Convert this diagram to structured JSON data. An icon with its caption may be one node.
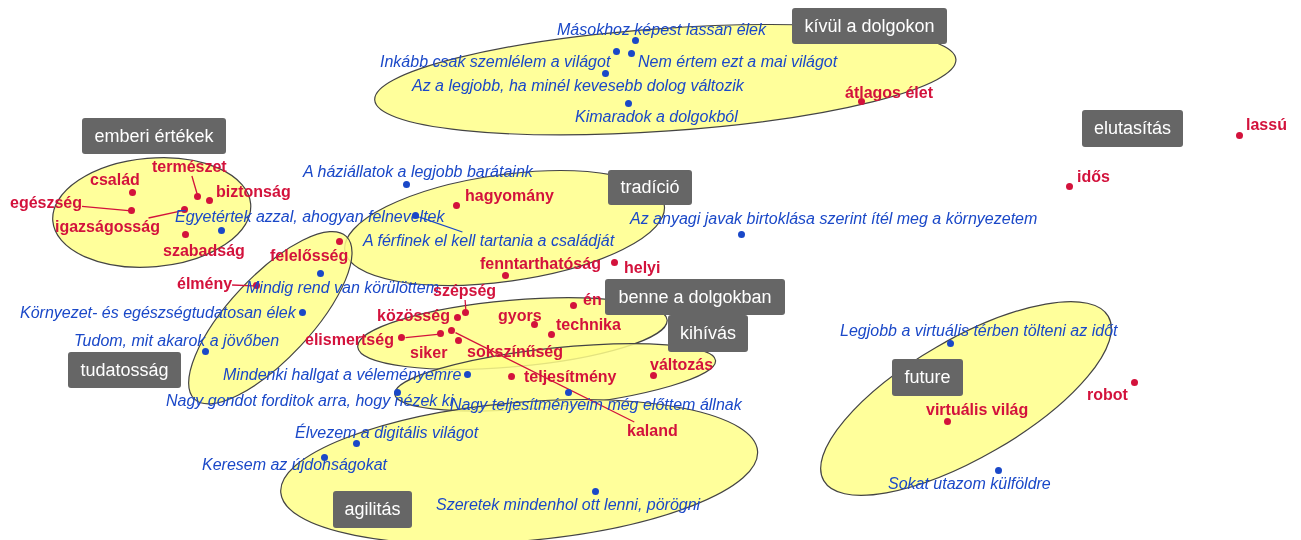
{
  "diagram": {
    "nodes": [
      {
        "text": [
          "kívül a dolgokon"
        ]
      },
      {
        "text": [],
        "shape": "ellipse"
      },
      {
        "text": [],
        "shape": "circle",
        "in": 1,
        "beside": [
          "Másokhoz képest lassan élek"
        ]
      },
      {
        "text": [],
        "shape": "circle",
        "in": 1,
        "beside": [
          "Inkább csak szemlélem a világot"
        ]
      },
      {
        "text": [],
        "shape": "circle",
        "in": 1,
        "beside": [
          "Nem értem ezt a mai világot"
        ]
      },
      {
        "text": [],
        "shape": "circle",
        "in": 1,
        "beside": [
          "Az a legjobb, ha minél kevesebb dolog változik"
        ]
      },
      {
        "text": [],
        "shape": "circle",
        "in": 1,
        "beside": [
          "Kimaradok a dolgokból"
        ]
      },
      {
        "text": [],
        "shape": "circle",
        "in": 1,
        "beside": [
          "átlagos élet"
        ]
      },
      {
        "text": [
          "emberi értékek"
        ]
      },
      {
        "text": [
          "elutasítás"
        ]
      },
      {
        "text": [],
        "shape": "circle",
        "beside": [
          "lassú"
        ]
      },
      {
        "text": [],
        "shape": "ellipse"
      },
      {
        "text": [],
        "shape": "circle",
        "in": 11,
        "beside": [
          "család"
        ]
      },
      {
        "text": [
          "természet"
        ],
        "in": 11
      },
      {
        "text": [],
        "shape": "circle",
        "in": 11
      },
      {
        "text": [],
        "shape": "circle",
        "in": 11,
        "beside": [
          "biztonság"
        ]
      },
      {
        "text": [
          "egészség"
        ]
      },
      {
        "text": [],
        "shape": "circle",
        "in": 11
      },
      {
        "text": [
          "igazságosság"
        ],
        "in": 11
      },
      {
        "text": [],
        "shape": "circle",
        "in": 11
      },
      {
        "text": [],
        "shape": "circle",
        "in": 11,
        "beside": [
          "szabadság"
        ]
      },
      {
        "text": [],
        "shape": "circle",
        "in": 11,
        "beside": [
          "Egyetértek azzal, ahogyan felneveltek"
        ]
      },
      {
        "text": [],
        "shape": "circle",
        "beside": [
          "A háziállatok a legjobb barátaink"
        ]
      },
      {
        "text": [
          "tradíció"
        ]
      },
      {
        "text": [],
        "shape": "ellipse"
      },
      {
        "text": [],
        "shape": "circle",
        "in": 24,
        "beside": [
          "hagyomány"
        ]
      },
      {
        "text": [
          "A férfinek el kell tartania a családját"
        ],
        "in": 24
      },
      {
        "text": [],
        "shape": "circle",
        "in": 24
      },
      {
        "text": [],
        "shape": "circle",
        "beside": [
          "idős"
        ]
      },
      {
        "text": [],
        "shape": "circle",
        "beside": [
          "Az anyagi javak birtoklása szerint ítél meg a környezetem"
        ]
      },
      {
        "text": [],
        "shape": "circle",
        "in": 24,
        "beside": [
          "fenntarthatóság"
        ]
      },
      {
        "text": [],
        "shape": "circle",
        "beside": [
          "helyi"
        ]
      },
      {
        "text": [],
        "shape": "ellipse"
      },
      {
        "text": [],
        "shape": "circle",
        "in": 32,
        "beside": [
          "felelősség"
        ]
      },
      {
        "text": [],
        "shape": "circle",
        "in": 32,
        "beside": [
          "Mindig rend van körülöttem"
        ]
      },
      {
        "text": [
          "élmény"
        ]
      },
      {
        "text": [],
        "shape": "circle",
        "in": 32
      },
      {
        "text": [],
        "shape": "circle",
        "in": 32,
        "beside": [
          "Környezet- és egészségtudatosan élek"
        ]
      },
      {
        "text": [],
        "shape": "circle",
        "in": 32,
        "beside": [
          "Tudom, mit akarok a jövőben"
        ]
      },
      {
        "text": [
          "tudatosság"
        ]
      },
      {
        "text": [
          "benne a dolgokban"
        ]
      },
      {
        "text": [],
        "shape": "ellipse"
      },
      {
        "text": [
          "szépség"
        ]
      },
      {
        "text": [],
        "shape": "circle",
        "in": 41
      },
      {
        "text": [],
        "shape": "circle",
        "in": 41,
        "beside": [
          "közösség"
        ]
      },
      {
        "text": [],
        "shape": "circle",
        "in": 41,
        "beside": [
          "én"
        ]
      },
      {
        "text": [],
        "shape": "circle",
        "in": 41,
        "beside": [
          "gyors"
        ]
      },
      {
        "text": [],
        "shape": "circle",
        "in": 41,
        "beside": [
          "technika"
        ]
      },
      {
        "text": [],
        "shape": "circle",
        "in": 41,
        "beside": [
          "elismertség"
        ]
      },
      {
        "text": [],
        "shape": "circle",
        "in": 41,
        "beside": [
          "siker"
        ]
      },
      {
        "text": [],
        "shape": "circle",
        "in": 41
      },
      {
        "text": [],
        "shape": "circle",
        "in": 41,
        "beside": [
          "sokszínűség"
        ]
      },
      {
        "text": [
          "kihívás"
        ]
      },
      {
        "text": [],
        "shape": "ellipse"
      },
      {
        "text": [],
        "shape": "circle",
        "in": 53,
        "beside": [
          "Mindenki hallgat a véleményemre"
        ]
      },
      {
        "text": [],
        "shape": "circle",
        "in": 53,
        "beside": [
          "teljesítmény"
        ]
      },
      {
        "text": [],
        "shape": "circle",
        "in": 53,
        "beside": [
          "változás"
        ]
      },
      {
        "text": [],
        "shape": "circle",
        "in": 53,
        "beside": [
          "Nagy gondot forditok arra, hogy nézek ki"
        ]
      },
      {
        "text": [],
        "shape": "circle",
        "in": 53,
        "beside": [
          "Nagy teljesítményeim még előttem állnak"
        ]
      },
      {
        "text": [],
        "shape": "ellipse"
      },
      {
        "text": [
          "kaland"
        ],
        "in": 59
      },
      {
        "text": [],
        "shape": "circle",
        "in": 59,
        "beside": [
          "Élvezem a digitális világot"
        ]
      },
      {
        "text": [],
        "shape": "circle",
        "in": 59,
        "beside": [
          "Keresem az újdonságokat"
        ]
      },
      {
        "text": [],
        "shape": "circle",
        "in": 59,
        "beside": [
          "Szeretek mindenhol ott lenni, pörögni"
        ]
      },
      {
        "text": [
          "agilitás"
        ],
        "in": 59
      },
      {
        "text": [],
        "shape": "ellipse"
      },
      {
        "text": [
          "future"
        ],
        "in": 65
      },
      {
        "text": [],
        "shape": "circle",
        "in": 65,
        "beside": [
          "Legjobb a virtuális térben tölteni az időt"
        ]
      },
      {
        "text": [],
        "shape": "circle",
        "in": 65,
        "beside": [
          "virtuális világ"
        ]
      },
      {
        "text": [],
        "shape": "circle",
        "beside": [
          "robot"
        ]
      },
      {
        "text": [],
        "shape": "circle",
        "beside": [
          "Sokat utazom külföldre"
        ]
      }
    ],
    "edges": [
      {
        "from": 13,
        "to": 14,
        "arrow": "none"
      },
      {
        "from": 16,
        "to": 17,
        "arrow": "none"
      },
      {
        "from": 18,
        "to": 19,
        "arrow": "none"
      },
      {
        "from": 26,
        "to": 27,
        "arrow": "none",
        "color": "#1a48c8"
      },
      {
        "from": 35,
        "to": 36,
        "arrow": "none"
      },
      {
        "from": 42,
        "to": 43,
        "arrow": "none"
      },
      {
        "from": 48,
        "to": 49,
        "arrow": "none"
      },
      {
        "from": 60,
        "to": 50,
        "arrow": "none"
      }
    ]
  }
}
